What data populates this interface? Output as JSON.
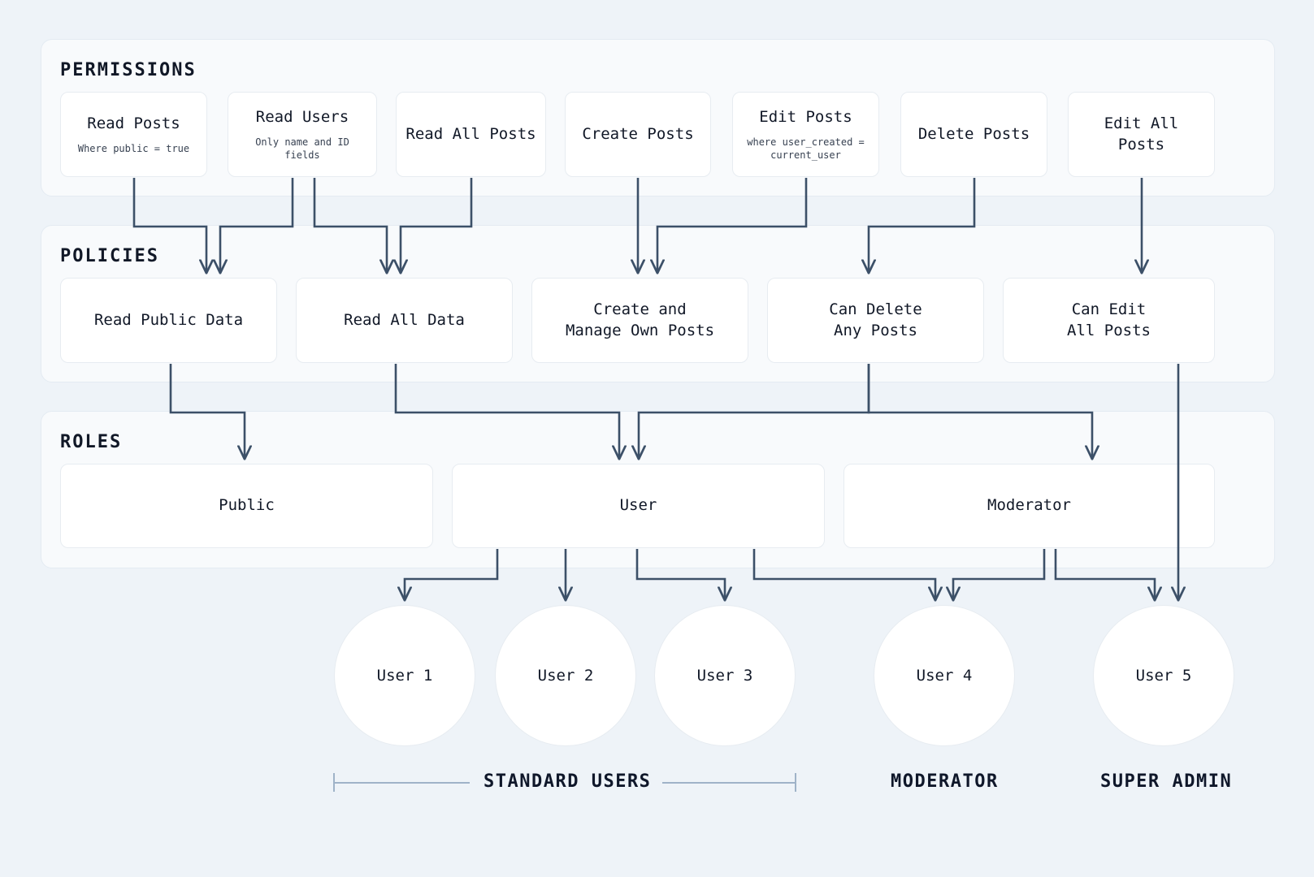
{
  "theme": {
    "page_bg": "#eef3f8",
    "band_bg": "#f8fafc",
    "band_border": "#e4ebf2",
    "card_bg": "#ffffff",
    "card_border": "#e7ecf1",
    "wire": "#3c5068",
    "text": "#111827",
    "bracket": "#9fb3c8"
  },
  "sections": [
    {
      "id": "permissions",
      "title": "PERMISSIONS"
    },
    {
      "id": "policies",
      "title": "POLICIES"
    },
    {
      "id": "roles",
      "title": "ROLES"
    }
  ],
  "permissions": [
    {
      "title": "Read Posts",
      "sub": "Where public = true"
    },
    {
      "title": "Read Users",
      "sub": "Only name and ID fields"
    },
    {
      "title": "Read All Posts",
      "sub": ""
    },
    {
      "title": "Create Posts",
      "sub": ""
    },
    {
      "title": "Edit Posts",
      "sub": "where user_created =\ncurrent_user"
    },
    {
      "title": "Delete Posts",
      "sub": ""
    },
    {
      "title": "Edit All Posts",
      "sub": ""
    }
  ],
  "policies": [
    {
      "title": "Read Public Data"
    },
    {
      "title": "Read All Data"
    },
    {
      "title": "Create and\nManage Own Posts"
    },
    {
      "title": "Can Delete\nAny Posts"
    },
    {
      "title": "Can Edit\nAll Posts"
    }
  ],
  "roles": [
    {
      "title": "Public"
    },
    {
      "title": "User"
    },
    {
      "title": "Moderator"
    }
  ],
  "users": [
    {
      "label": "User 1"
    },
    {
      "label": "User 2"
    },
    {
      "label": "User 3"
    },
    {
      "label": "User 4"
    },
    {
      "label": "User 5"
    }
  ],
  "group_labels": [
    {
      "text": "STANDARD USERS"
    },
    {
      "text": "MODERATOR"
    },
    {
      "text": "SUPER ADMIN"
    }
  ]
}
